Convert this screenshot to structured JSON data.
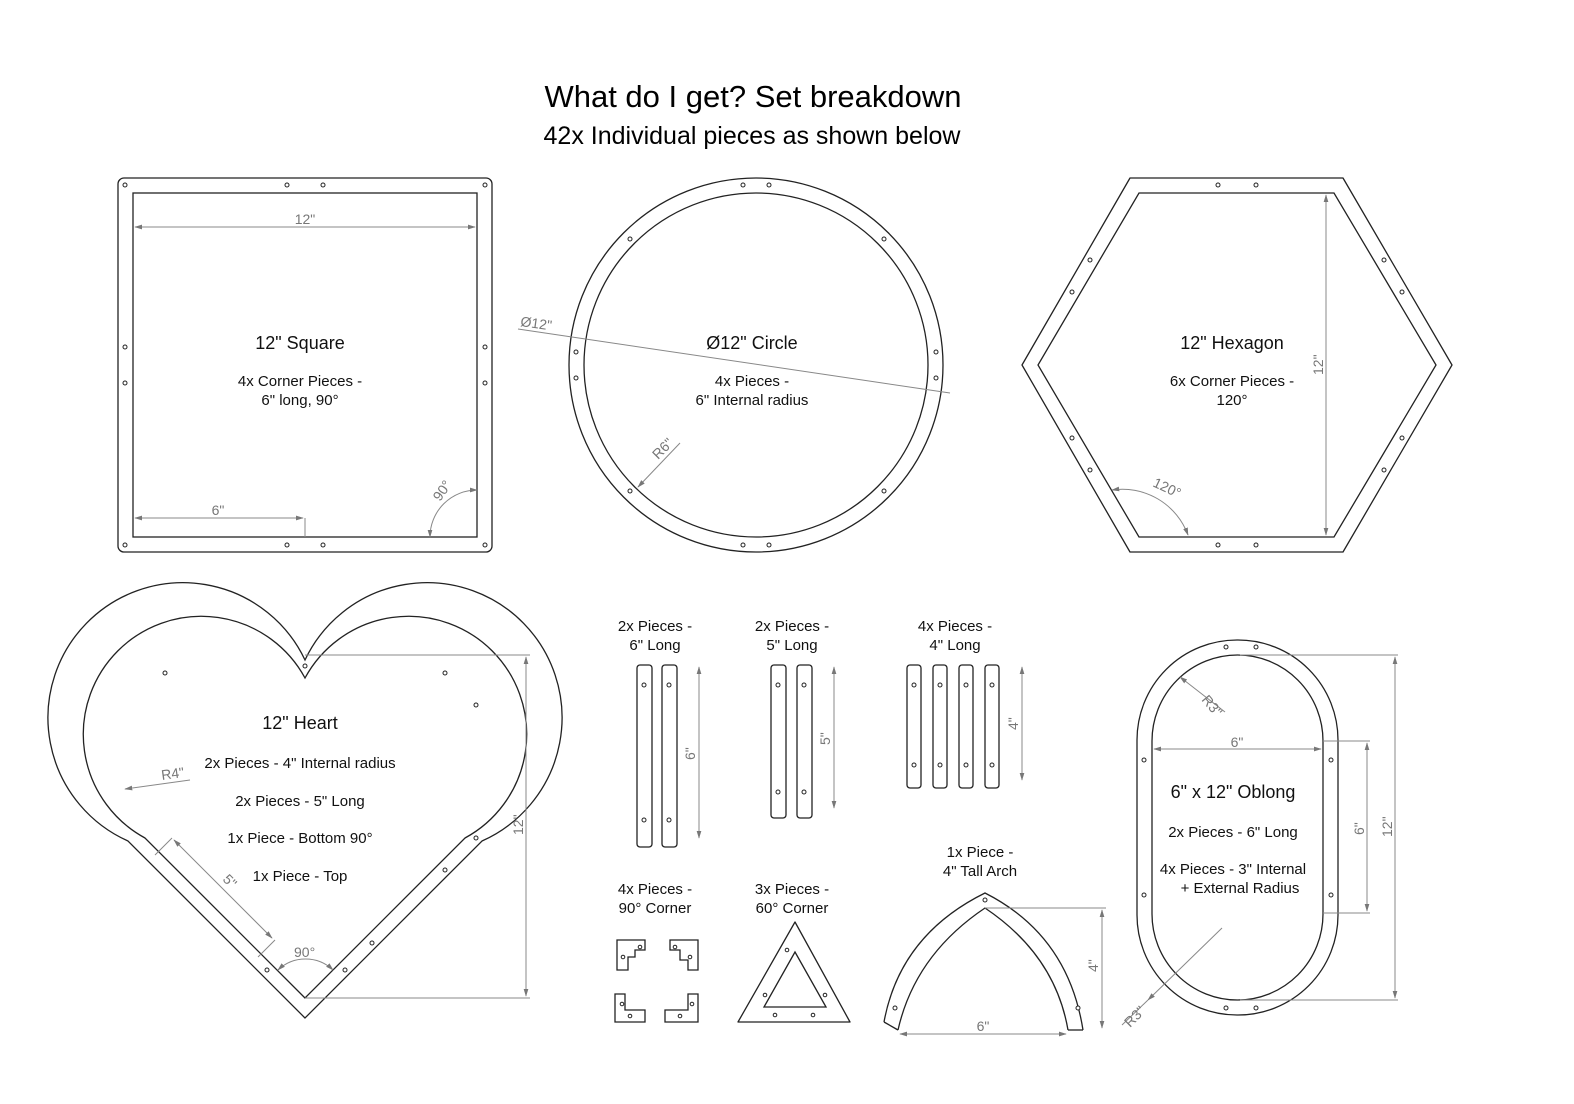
{
  "header": {
    "title": "What do I get? Set breakdown",
    "subtitle": "42x Individual pieces as shown below"
  },
  "square": {
    "name": "12\" Square",
    "line1": "4x Corner Pieces -",
    "line2": "6\" long, 90°",
    "dim_width": "12\"",
    "dim_half": "6\"",
    "dim_angle": "90°"
  },
  "circle": {
    "name": "Ø12\" Circle",
    "line1": "4x  Pieces -",
    "line2": "6\" Internal radius",
    "dim_diameter": "Ø12\"",
    "dim_radius": "R6\""
  },
  "hexagon": {
    "name": "12\" Hexagon",
    "line1": "6x Corner Pieces -",
    "line2": "120°",
    "dim_height": "12\"",
    "dim_angle": "120°"
  },
  "heart": {
    "name": "12\" Heart",
    "line1": "2x Pieces - 4\" Internal radius",
    "line2": "2x Pieces - 5\" Long",
    "line3": "1x Piece - Bottom 90°",
    "line4": "1x Piece - Top",
    "dim_radius": "R4\"",
    "dim_length": "5\"",
    "dim_angle": "90°",
    "dim_height": "12\""
  },
  "straights": [
    {
      "line1": "2x Pieces -",
      "line2": "6\" Long",
      "dim": "6\""
    },
    {
      "line1": "2x Pieces -",
      "line2": "5\" Long",
      "dim": "5\""
    },
    {
      "line1": "4x Pieces -",
      "line2": "4\" Long",
      "dim": "4\""
    }
  ],
  "corners90": {
    "line1": "4x Pieces -",
    "line2": "90° Corner"
  },
  "corners60": {
    "line1": "3x Pieces -",
    "line2": "60° Corner"
  },
  "arch": {
    "line1": "1x Piece -",
    "line2": "4\" Tall Arch",
    "dim_height": "4\"",
    "dim_width": "6\""
  },
  "oblong": {
    "name": "6\" x 12\" Oblong",
    "line1": "2x Pieces - 6\" Long",
    "line2": "4x Pieces - 3\" Internal",
    "line3": "+ External Radius",
    "dim_radius_top": "R3\"",
    "dim_radius_bottom": "R3\"",
    "dim_width": "6\"",
    "dim_side": "6\"",
    "dim_height": "12\""
  }
}
